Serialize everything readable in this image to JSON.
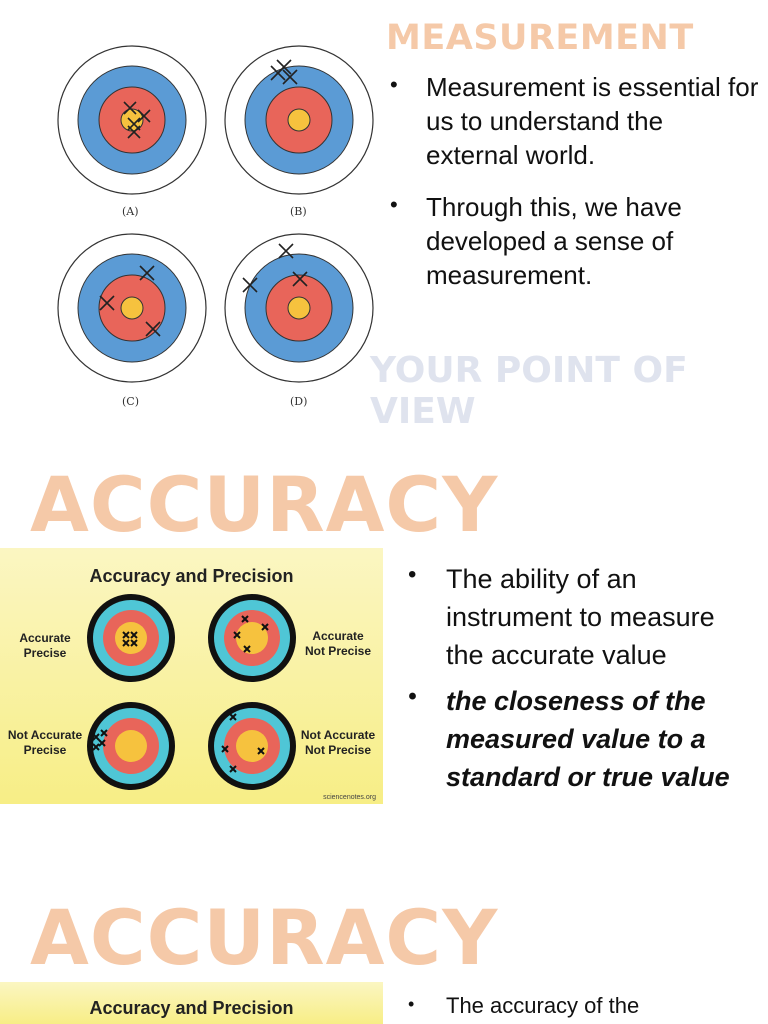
{
  "slide1": {
    "title": "MEASUREMENT",
    "bullets": [
      "Measurement is essential for us to understand the external world.",
      "Through this,  we have developed a sense of measurement."
    ],
    "watermark": "YOUR POINT OF VIEW",
    "target_labels": [
      "(A)",
      "(B)",
      "(C)",
      "(D)"
    ]
  },
  "slide2": {
    "title": "ACCURACY",
    "panel_title": "Accuracy and Precision",
    "target_labels": {
      "top_left": [
        "Accurate",
        "Precise"
      ],
      "top_right": [
        "Accurate",
        "Not Precise"
      ],
      "bottom_left": [
        "Not Accurate",
        "Precise"
      ],
      "bottom_right": [
        "Not Accurate",
        "Not Precise"
      ]
    },
    "source": "sciencenotes.org",
    "bullets": [
      "The ability of an instrument to measure the accurate value",
      "the closeness of the measured value to a standard or true value"
    ]
  },
  "slide3": {
    "title": "ACCURACY",
    "panel_title": "Accuracy and Precision",
    "bullets": [
      "The accuracy of the"
    ]
  },
  "colors": {
    "title_peach": "#f5c9a8",
    "watermark": "#dfe3ee",
    "target_blue": "#5b9bd5",
    "target_red": "#e8655a",
    "target_gold": "#f6c23e",
    "panel_yellow": "#f7ee86",
    "panel_cyan": "#4fc6d6"
  }
}
